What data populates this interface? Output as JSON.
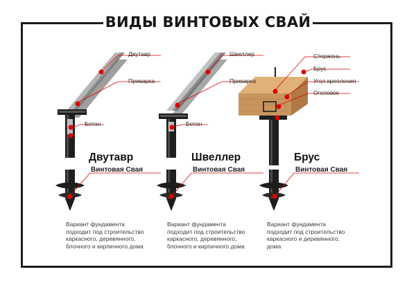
{
  "title": "ВИДЫ ВИНТОВЫХ СВАЙ",
  "colors": {
    "frame": "#1c1c1c",
    "pile": "#1e1e1e",
    "beam": "#8a8a8a",
    "wood": "#c89560",
    "marker": "#e00000"
  },
  "columns": [
    {
      "name": "Двутавр",
      "subtitle": "Винтовая Свая",
      "labels": [
        "Двутавр",
        "Приварка",
        "Бетон"
      ],
      "description": [
        "Вариант фундамента",
        "подходит под строительство",
        "каркасного, деревянного,",
        "блочного и кирпичного дома"
      ]
    },
    {
      "name": "Швеллер",
      "subtitle": "Винтовая Свая",
      "labels": [
        "Швеллер",
        "Приварка",
        "Бетон"
      ],
      "description": [
        "Вариант фундамента",
        "подходит под строительство",
        "каркасного, деревянного,",
        "блочного и кирпичного дома"
      ]
    },
    {
      "name": "Брус",
      "subtitle": "Винтовая Свая",
      "labels": [
        "Стержень",
        "Брус",
        "Угол крепления",
        "Оголовок"
      ],
      "description": [
        "Вариант фундамента",
        "подходит под строительство",
        "каркасного и деревянного,",
        "дома"
      ]
    }
  ]
}
